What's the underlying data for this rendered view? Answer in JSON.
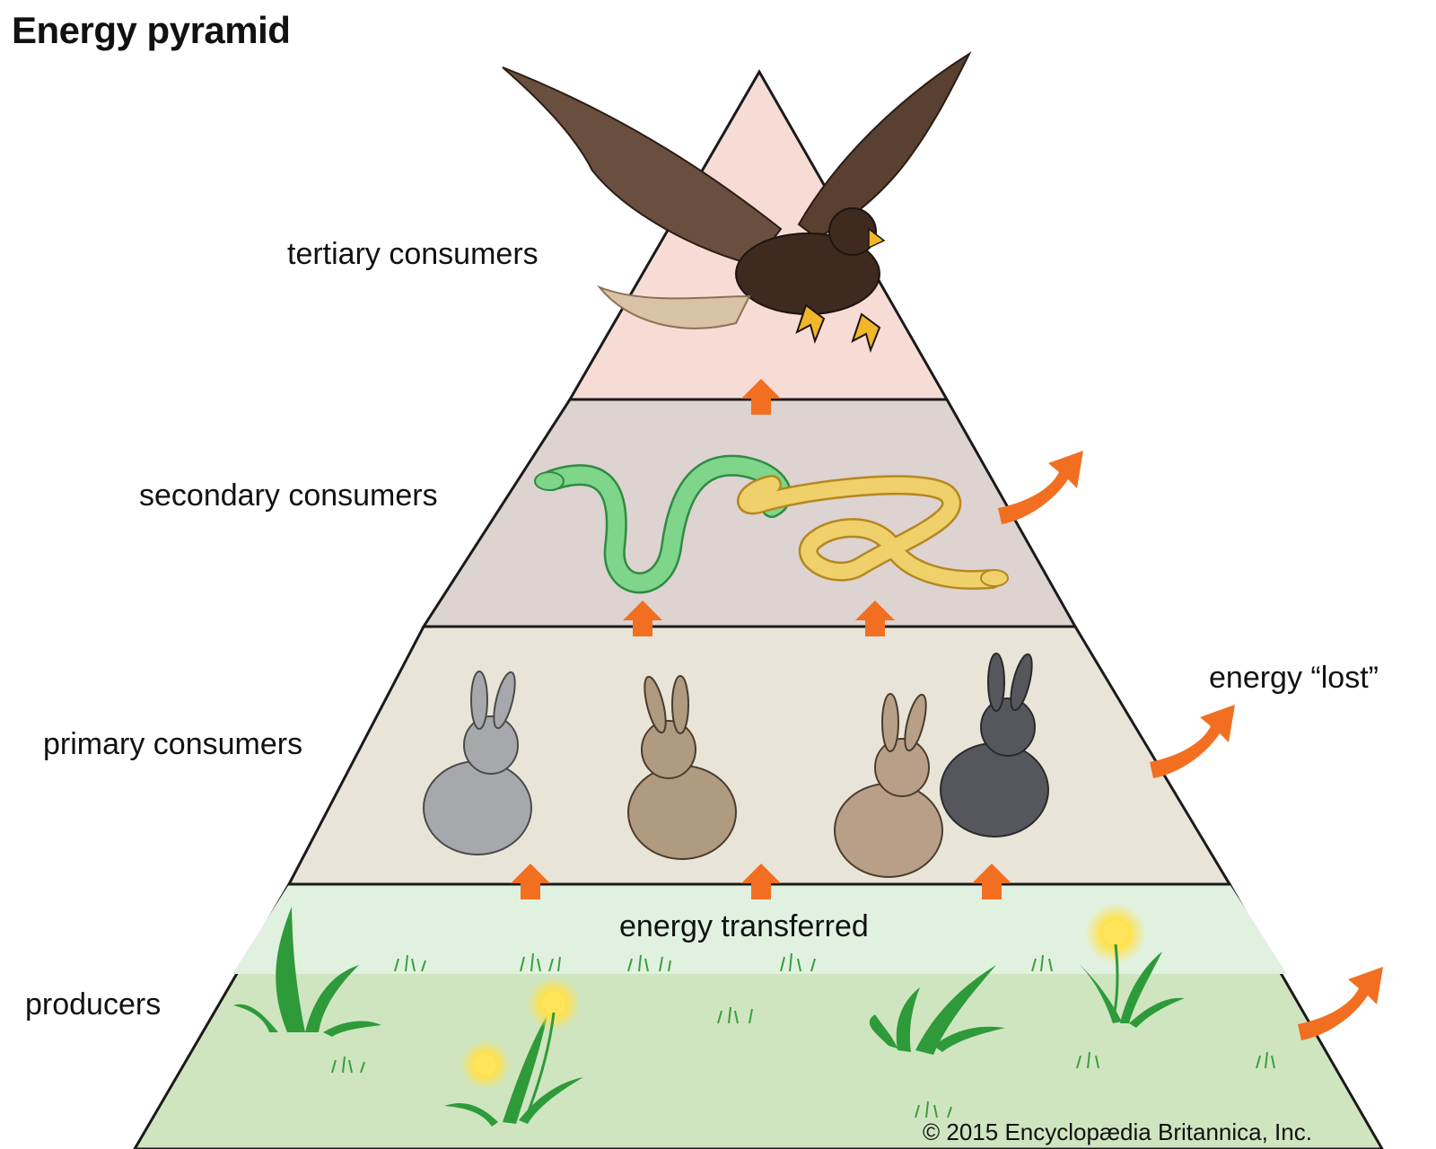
{
  "title": "Energy pyramid",
  "levels": {
    "tertiary": "tertiary consumers",
    "secondary": "secondary consumers",
    "primary": "primary consumers",
    "producers": "producers"
  },
  "energy_lost": "energy “lost”",
  "energy_transferred": "energy transferred",
  "copyright": "© 2015 Encyclopædia Britannica, Inc.",
  "colors": {
    "tertiary_fill": "#f7dcd6",
    "secondary_fill": "#ddd3d0",
    "primary_fill": "#e8e5d8",
    "producers_fill": "#cfe5c0",
    "producers_top_fill": "#e1f1e0",
    "arrow": "#f26f21",
    "outline": "#1a1a1a"
  },
  "icons": [
    "eagle-icon",
    "green-snake-icon",
    "yellow-snake-icon",
    "gray-rabbit-icon",
    "brown-hare-icon",
    "brown-rabbit-icon",
    "dark-rabbit-icon",
    "grass-icon",
    "dandelion-icon"
  ]
}
